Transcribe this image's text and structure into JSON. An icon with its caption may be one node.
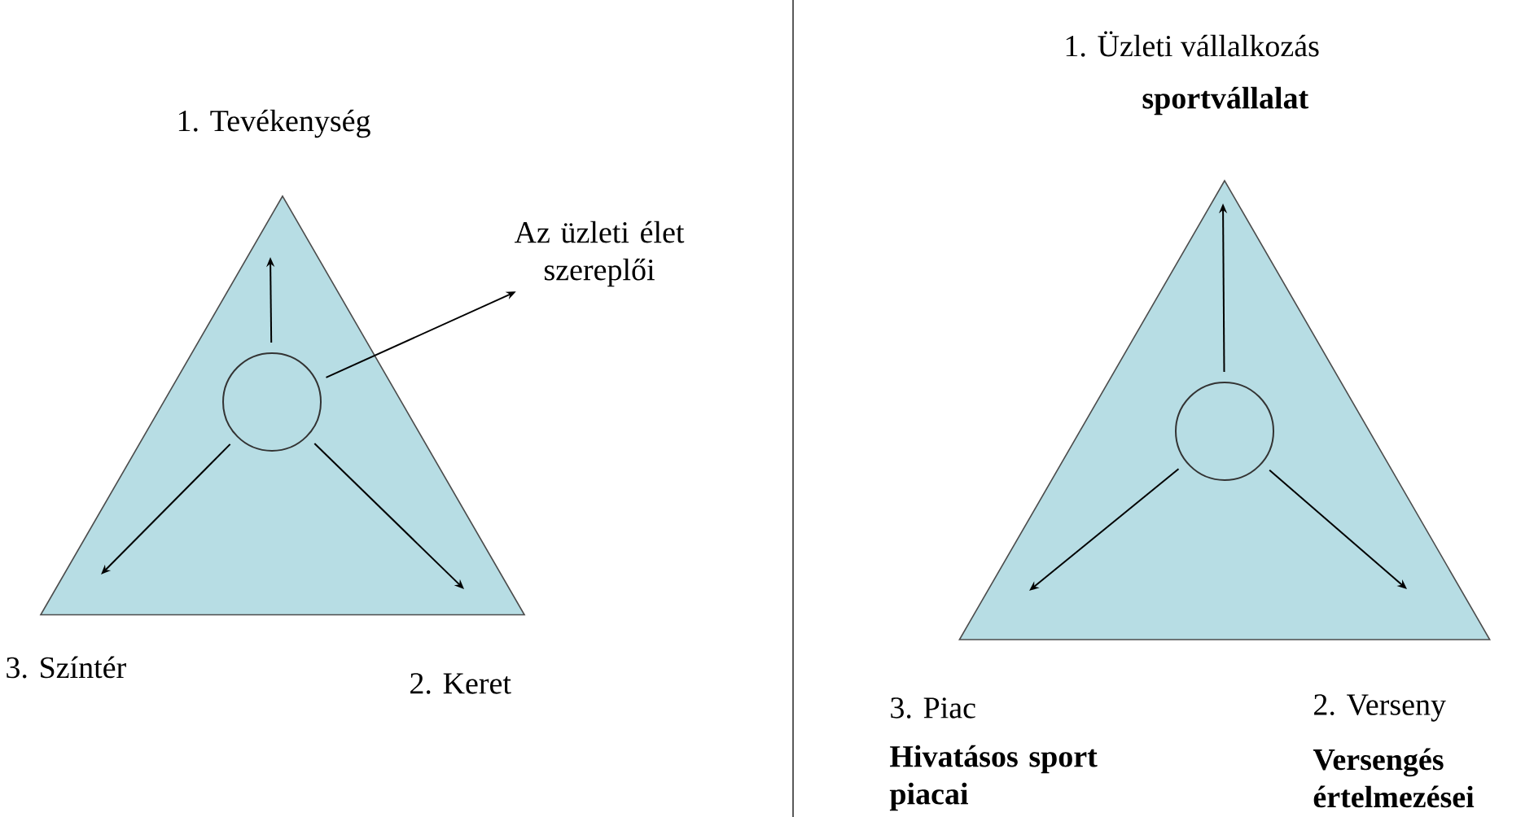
{
  "diagram": {
    "nodes": [
      {
        "text": [],
        "shape": "triangle"
      },
      {
        "text": [],
        "shape": "circle",
        "in": 0
      },
      {
        "text": [
          "Az üzleti élet szereplői"
        ]
      },
      {
        "text": [],
        "shape": "triangle"
      },
      {
        "text": [],
        "shape": "circle",
        "in": 3
      }
    ],
    "edges": [
      {
        "from": 1,
        "to": null,
        "arrow": "to"
      },
      {
        "from": 1,
        "to": null,
        "arrow": "to"
      },
      {
        "from": 1,
        "to": null,
        "arrow": "to"
      },
      {
        "from": 1,
        "to": 2,
        "arrow": "to"
      },
      {
        "from": 4,
        "to": null,
        "arrow": "to"
      },
      {
        "from": 4,
        "to": null,
        "arrow": "to"
      },
      {
        "from": 4,
        "to": null,
        "arrow": "to"
      }
    ],
    "labels": [
      "1. Tevékenység",
      "3. Színtér",
      "2. Keret",
      "1. Üzleti vállalkozás",
      "sportvállalat",
      "3. Piac",
      "Hivatásos sport piacai",
      "2. Verseny",
      "Versengés értelmezései"
    ]
  }
}
